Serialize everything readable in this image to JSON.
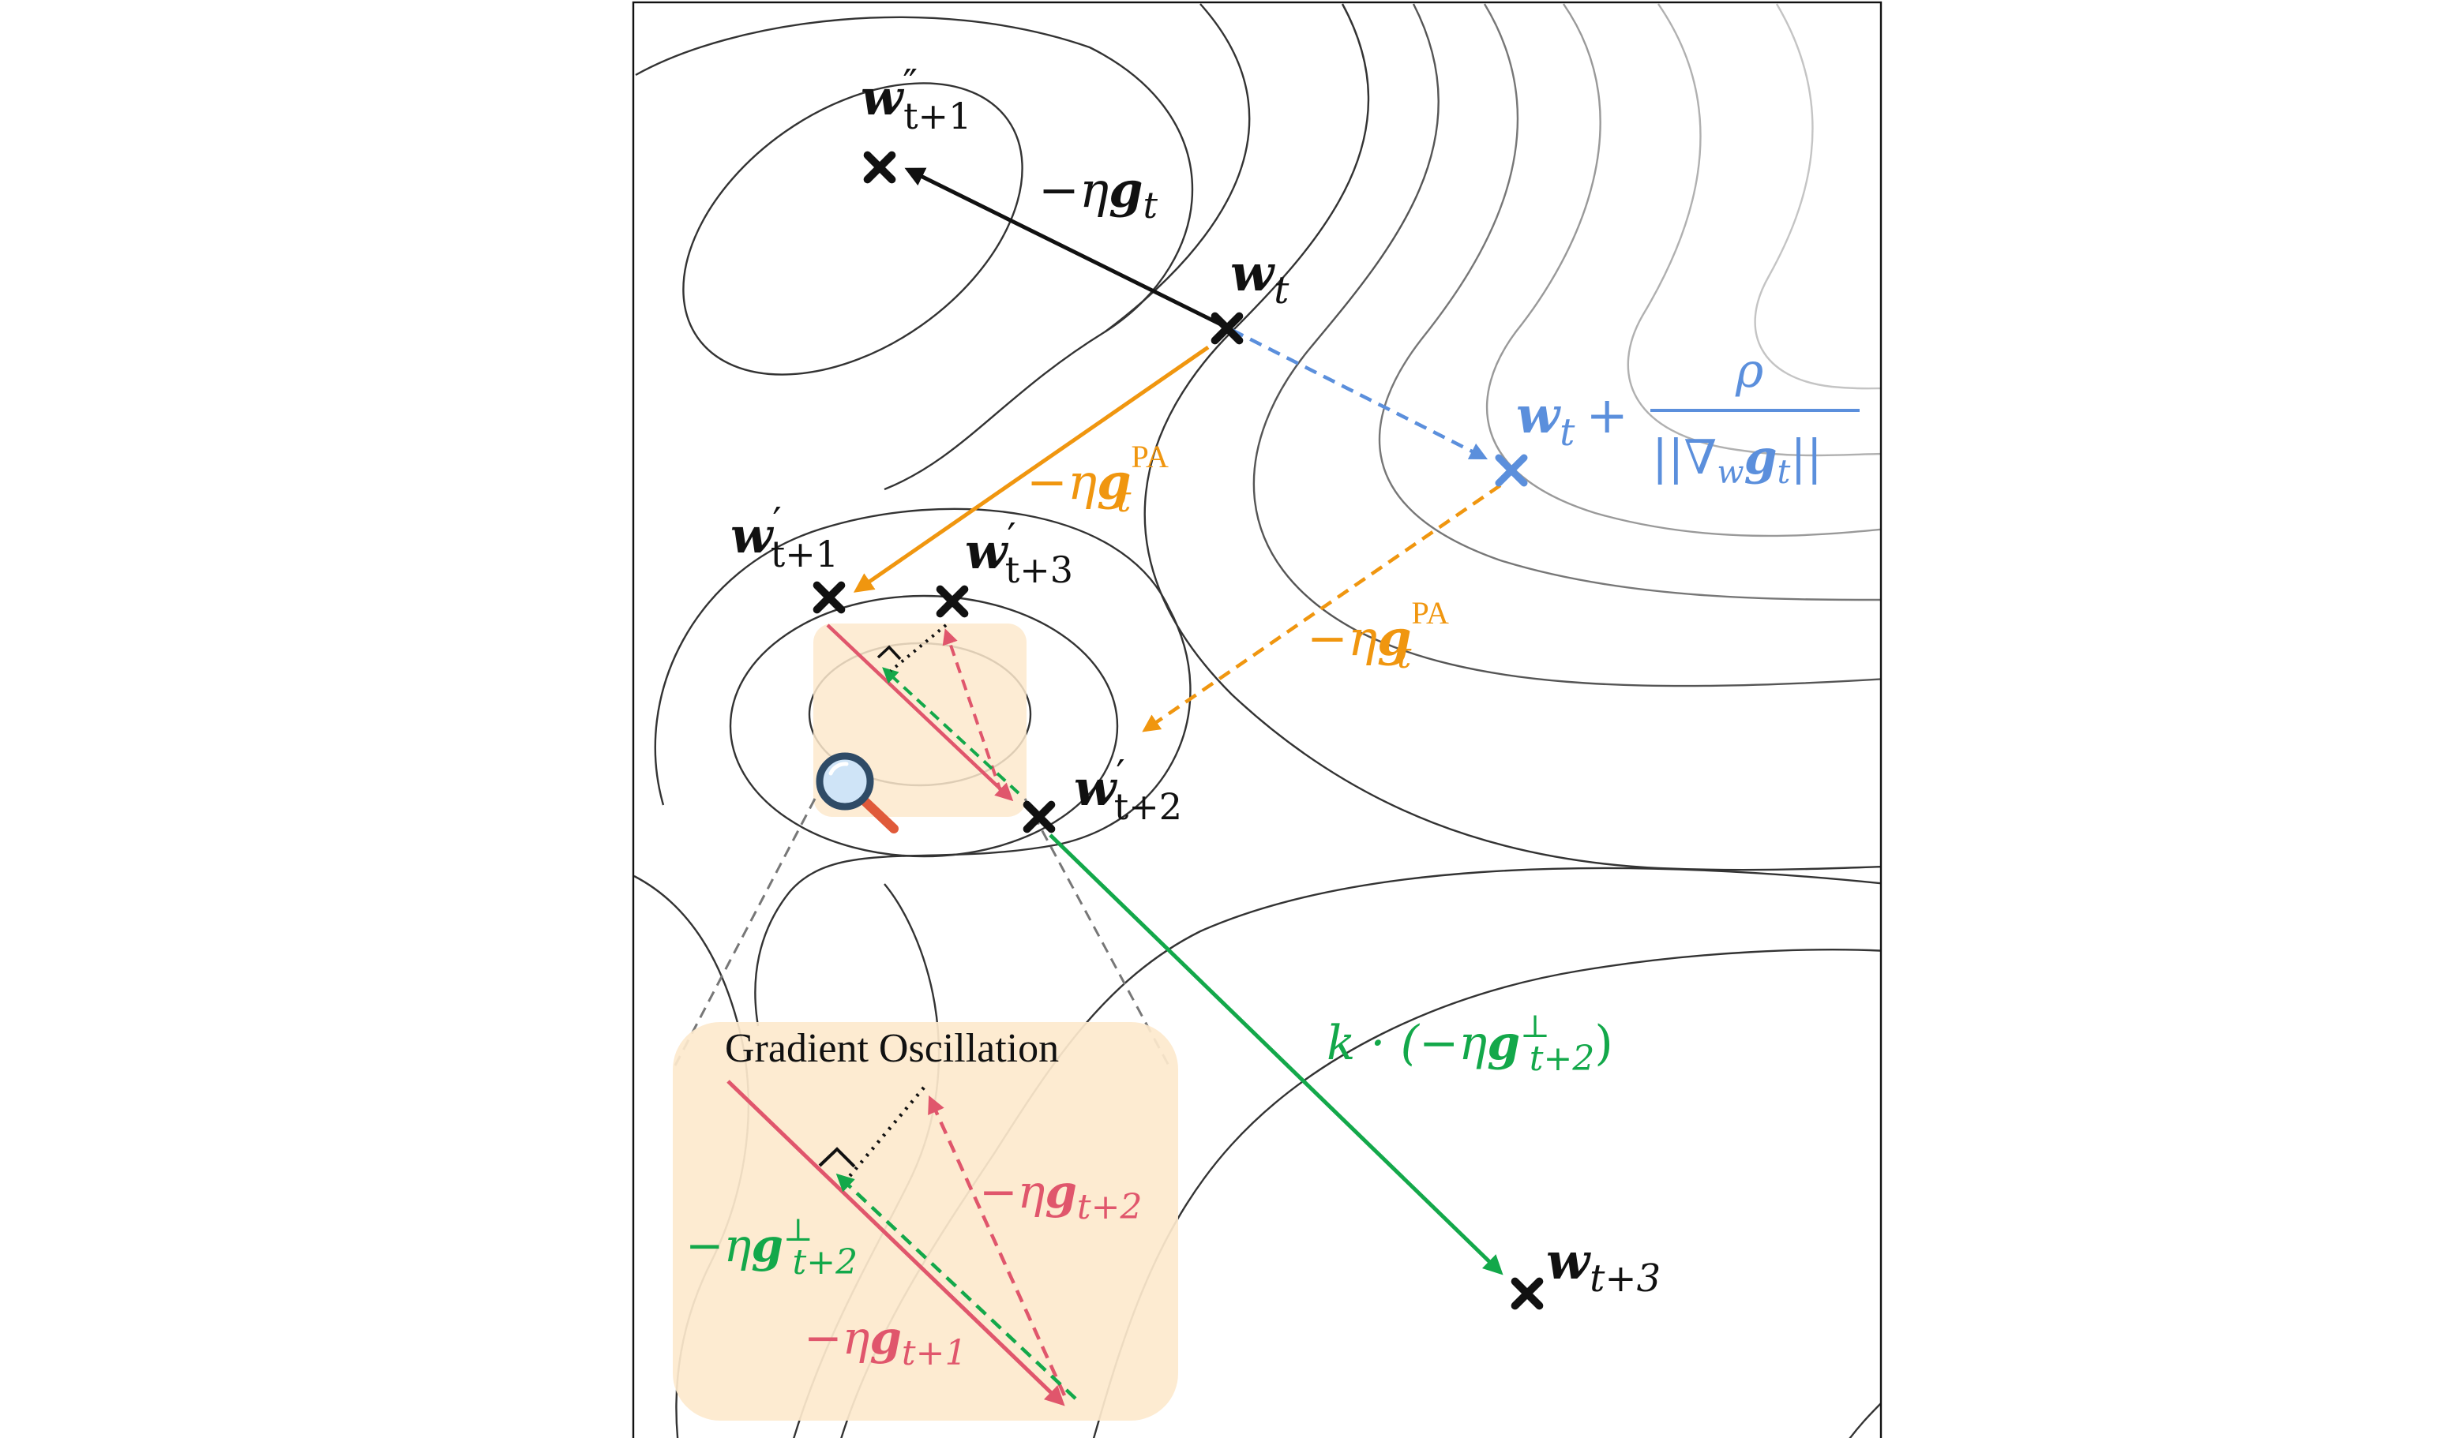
{
  "colors": {
    "black": "#111111",
    "blue": "#5b8fdc",
    "orange": "#f0960f",
    "green": "#13a84a",
    "red": "#e0566c",
    "zoom_fill": "#fde9cd",
    "contour_dark": "#333333",
    "contour_mid": "#777777",
    "contour_light": "#b0b0b0"
  },
  "icons": {
    "zoom": "magnifier-icon",
    "point": "cross-mark-icon"
  },
  "labels": {
    "w_t": {
      "base": "w",
      "sub": "t"
    },
    "w_dpp_t1": {
      "base": "w",
      "sup": "″",
      "sub": "t+1"
    },
    "w_p_t1": {
      "base": "w",
      "sup": "′",
      "sub": "t+1"
    },
    "w_p_t3": {
      "base": "w",
      "sup": "′",
      "sub": "t+3"
    },
    "w_p_t2": {
      "base": "w",
      "sup": "′",
      "sub": "t+2"
    },
    "w_t3": {
      "base": "w",
      "sub": "t+3"
    },
    "sgd_step": {
      "prefix": "−η",
      "base": "g",
      "sub": "t"
    },
    "pa_step_1": {
      "prefix": "−η",
      "base": "g",
      "sup": "PA",
      "sub": "t"
    },
    "pa_step_2": {
      "prefix": "−η",
      "base": "g",
      "sup": "PA",
      "sub": "t"
    },
    "perturb": {
      "prefix": "w",
      "prefix_sub": "t",
      "plus": "+",
      "numerator": "ρ",
      "denom_open": "||∇",
      "denom_nabla_sub": "w",
      "denom_base": "g",
      "denom_sub": "t",
      "denom_close": "||"
    },
    "k_step": {
      "prefix": "k · (−η",
      "base": "g",
      "sup": "⊥",
      "sub": "t+2",
      "suffix": ")"
    },
    "zoom_g_t2": {
      "prefix": "−η",
      "base": "g",
      "sub": "t+2"
    },
    "zoom_g_perp": {
      "prefix": "−η",
      "base": "g",
      "sup": "⊥",
      "sub": "t+2"
    },
    "zoom_g_t1": {
      "prefix": "−η",
      "base": "g",
      "sub": "t+1"
    }
  },
  "inset_title": "Gradient Oscillation"
}
